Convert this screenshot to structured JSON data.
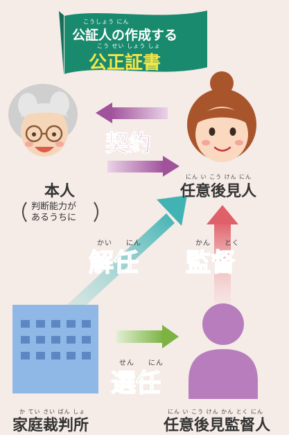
{
  "banner": {
    "ruby_top": "こうしょう にん",
    "line1": "公証人の作成する",
    "ruby_bottom": "こう せい しょう しょ",
    "line2": "公正証書"
  },
  "contract": {
    "label": "契約"
  },
  "principal": {
    "name": "本人",
    "note_line1": "判断能力が",
    "note_line2": "あるうちに"
  },
  "guardian": {
    "ruby": "にん い こう けん にん",
    "name": "任意後見人"
  },
  "dismissal": {
    "ruby_left": "かい",
    "ruby_right": "にん",
    "label": "解任"
  },
  "supervision": {
    "ruby_left": "かん",
    "ruby_right": "とく",
    "label": "監督"
  },
  "appointment": {
    "ruby_left": "せん",
    "ruby_right": "にん",
    "label": "選任"
  },
  "court": {
    "ruby": "か てい さい ばん しょ",
    "name": "家庭裁判所"
  },
  "supervisor": {
    "ruby": "にん い こう けん かん とく にん",
    "name": "任意後見監督人"
  },
  "colors": {
    "banner": "#1a8a6e",
    "banner_text_yellow": "#f3e64a",
    "contract": "#a0529b",
    "dismissal": "#1f9c9a",
    "supervision": "#d84a5a",
    "appointment": "#7cb342",
    "court_building": "#8fb8e6",
    "supervisor_figure": "#b87dbd"
  }
}
